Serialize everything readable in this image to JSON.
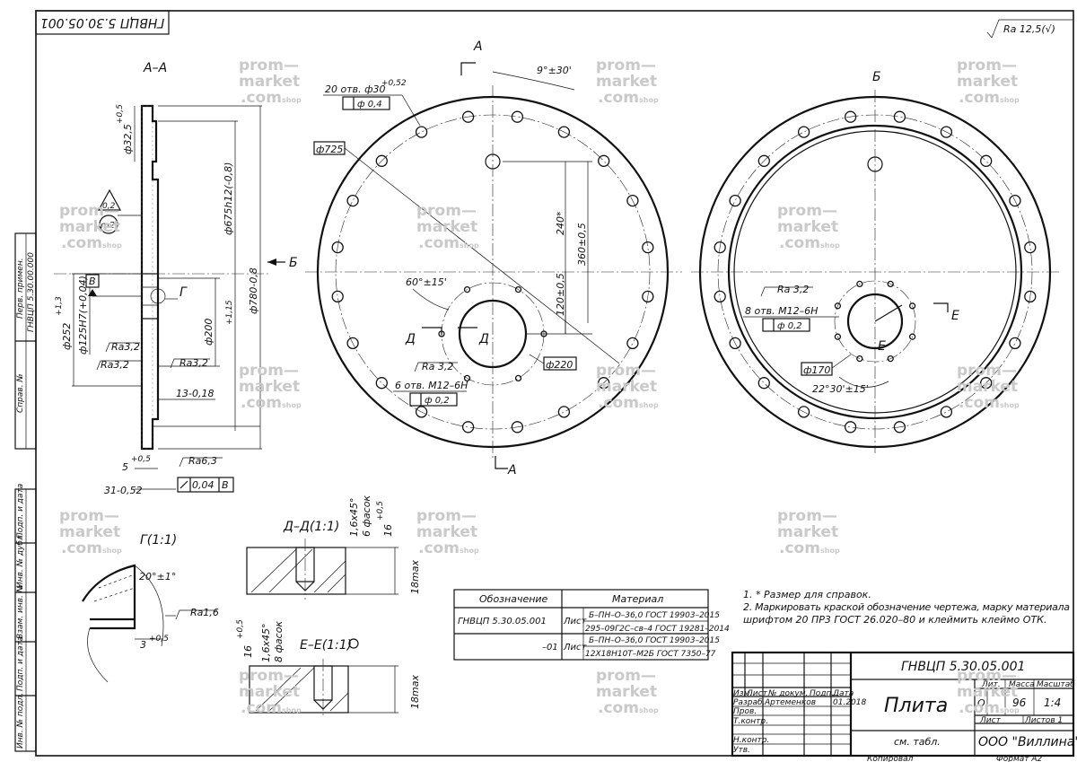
{
  "doc": {
    "code_rotated": "ГНВЦП 5.30.05.001",
    "roughness_general": "Ra 12,5(√)",
    "part_name": "Плита",
    "code": "ГНВЦП 5.30.05.001",
    "company": "ООО \"Виллина\"",
    "material_cell": "см. табл.",
    "mass": "96",
    "scale": "1:4",
    "sheets_label": "Листов 1",
    "sheet_label": "Лист",
    "copied": "Копировал",
    "format": "Формат  А2"
  },
  "title_block": {
    "col_lit": "Лит.",
    "col_mass": "Масса",
    "col_scale": "Масштаб",
    "lit_value": "О",
    "rows": [
      "Изм.",
      "Лист",
      "№ докум.",
      "Подп.",
      "Дата"
    ],
    "razrab": "Разраб.",
    "razrab_name": "Артеменков",
    "razrab_date": "01.2018",
    "prov": "Пров.",
    "tkontr": "Т.контр.",
    "nkontr": "Н.контр.",
    "utv": "Утв."
  },
  "side_stamp": {
    "perv_primen": "Перв. примен.",
    "perv_value": "ГНВЦП 5.30.00.000",
    "sprav": "Справ. №",
    "podp_data1": "Подп. и дата",
    "inv_dubl": "Инв. № дубл.",
    "vzam_inv": "Взам. инв. №",
    "podp_data2": "Подп. и дата",
    "inv_podl": "Инв. № подл."
  },
  "views": {
    "section_aa": "А–А",
    "view_b": "Б",
    "detail_g": "Г(1:1)",
    "section_dd": "Д–Д(1:1)",
    "section_ee": "Е–Е(1:1)"
  },
  "dims": {
    "d32": "ф32,5",
    "d32_tol": "+0,5",
    "d675": "ф675h12(-0,8)",
    "d780": "ф780-0,8",
    "d252": "ф252",
    "d252_tol": "+1,3",
    "d125": "ф125H7(+0,04)",
    "d200": "ф200",
    "d200_tol": "+1,15",
    "ra32_a": "Ra3,2",
    "ra32_b": "Ra3,2",
    "ra32_c": "Ra3,2",
    "ra63": "Ra6,3",
    "dim13": "13-0,18",
    "dim5": "5",
    "dim5_tol": "+0,5",
    "dim31": "31-0,52",
    "flatness": "0,04",
    "datum_b": "В",
    "g_label": "Г",
    "b_arrow": "Б",
    "a_top": "А",
    "a_bottom": "А",
    "tri_02": "0,2",
    "m2": "m2",
    "holes20": "20 отв. ф30",
    "holes20_tol": "+0,52",
    "pos04": "ф 0,4",
    "d725": "ф725",
    "ang9": "9°±30'",
    "d240": "240*",
    "d360": "360±0,5",
    "d120": "120±0,5",
    "ang60": "60°±15'",
    "ra32_d": "Ra 3,2",
    "holes6": "6 отв. М12–6Н",
    "pos02_a": "ф 0,2",
    "d220": "ф220",
    "sec_d_left": "Д",
    "sec_d_right": "Д",
    "ra32_e": "Ra 3,2",
    "holes8": "8 отв. М12–6Н",
    "pos02_b": "ф 0,2",
    "d170": "ф170",
    "ang22": "22°30'±15'",
    "sec_e_right": "Е",
    "sec_e_center": "Е",
    "chamfer_dd": "1,6x45°",
    "chamfers6": "6 фасок",
    "d16_dd": "16",
    "d16_dd_tol": "+0,5",
    "max18_dd": "18max",
    "chamfer_ee": "1,6x45°",
    "chamfers8": "8 фасок",
    "d16_ee": "16",
    "d16_ee_tol": "+0,5",
    "max18_ee": "18max",
    "ang20": "20°±1°",
    "ra16": "Ra1,6",
    "dim3": "3",
    "dim3_tol": "+0,5"
  },
  "material_table": {
    "header_code": "Обозначение",
    "header_mat": "Материал",
    "row1_code": "ГНВЦП 5.30.05.001",
    "row1_list": "Лист",
    "row1_a": "Б–ПН–О–36,0 ГОСТ 19903–2015",
    "row1_b": "295–09Г2С–св–4 ГОСТ 19281–2014",
    "row2_code": "–01",
    "row2_list": "Лист",
    "row2_a": "Б–ПН–О–36,0 ГОСТ 19903–2015",
    "row2_b": "12Х18Н10Т–М2Б ГОСТ 7350–77"
  },
  "notes": [
    "1. * Размер для справок.",
    "2. Маркировать краской обозначение чертежа, марку материала",
    "шрифтом 20 ПР3 ГОСТ 26.020–80 и клеймить клеймо ОТК."
  ],
  "watermark": {
    "line1": "prom—",
    "line2": "market",
    "line3": ".com",
    "small": "shop"
  }
}
